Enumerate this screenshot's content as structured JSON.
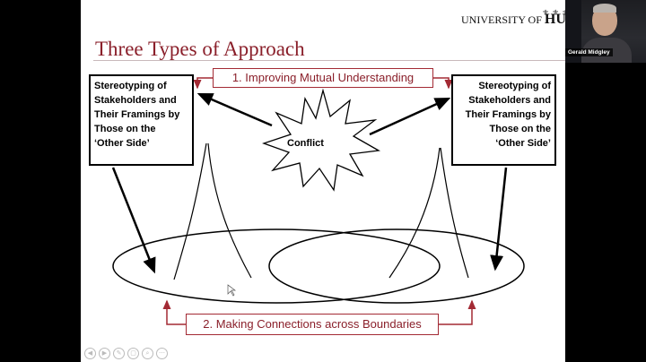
{
  "slide": {
    "title": "Three Types of Approach",
    "logo_text_small": "UNIVERSITY OF ",
    "logo_text_big": "HULL",
    "logo_crest": "⚜⚜⚜⚜",
    "top_label": "1. Improving Mutual Understanding",
    "bottom_label": "2. Making Connections across Boundaries",
    "left_box": [
      "Stereotyping of",
      "Stakeholders and",
      "Their Framings by",
      "Those on the",
      "‘Other Side’"
    ],
    "right_box": [
      "Stereotyping of",
      "Stakeholders and",
      "Their Framings by",
      "Those on the",
      "‘Other Side’"
    ],
    "conflict": "Conflict"
  },
  "webcam": {
    "participant_name": "Gerald Midgley"
  },
  "toolbar": {
    "buttons": [
      "◀",
      "▶",
      "✎",
      "▢",
      "⌕",
      "⋯"
    ]
  },
  "colors": {
    "accent": "#8a1f2a",
    "label_border": "#a32a34"
  }
}
